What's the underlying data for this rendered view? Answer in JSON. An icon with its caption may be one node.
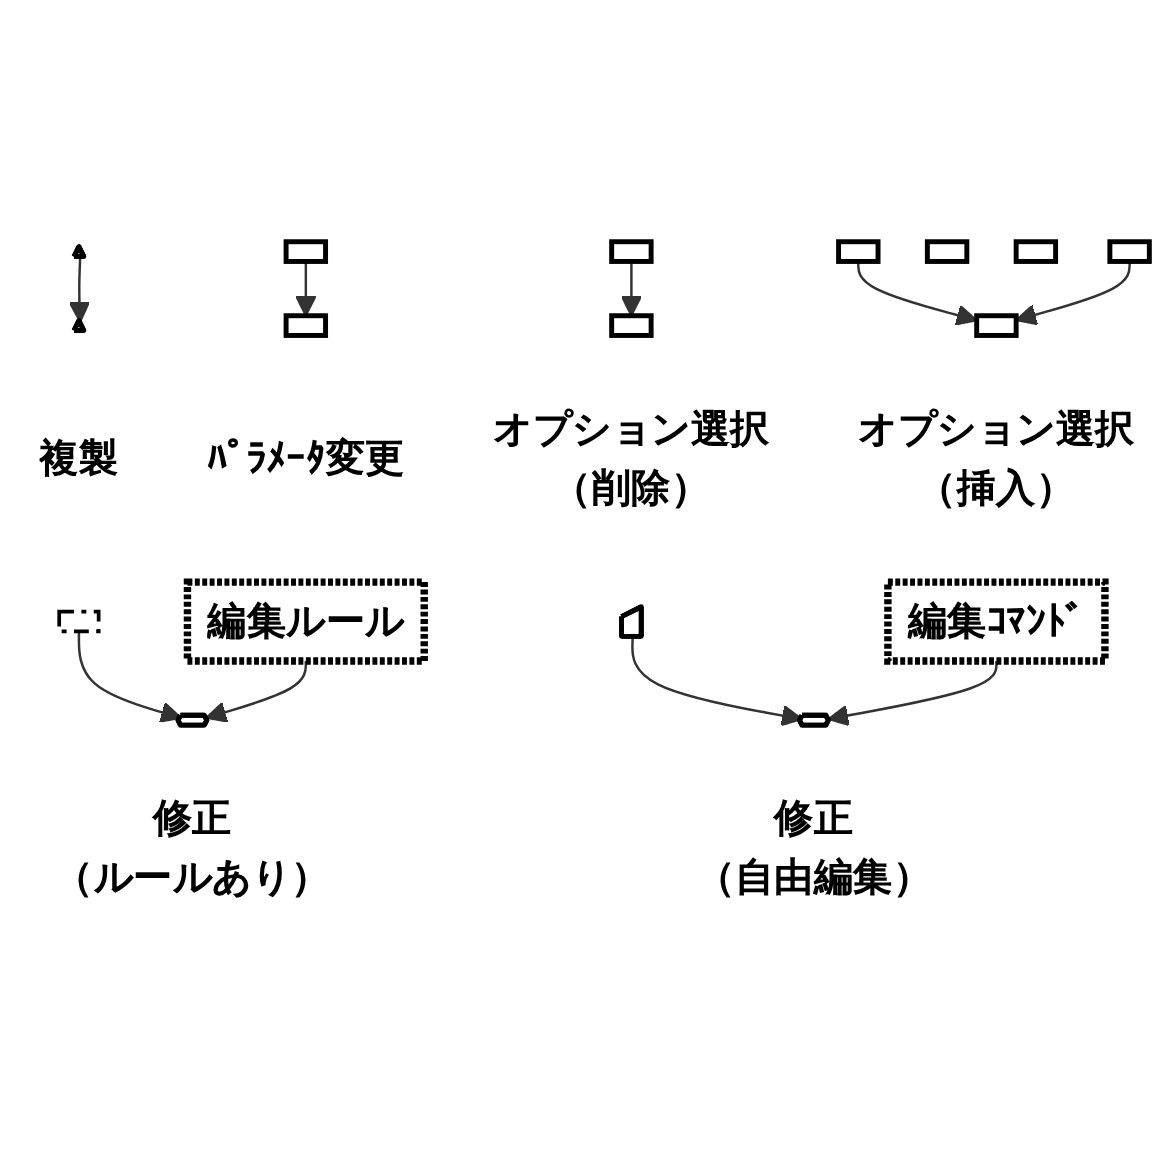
{
  "diagram": {
    "nodes": [
      {
        "text": [],
        "shape": "triangle"
      },
      {
        "text": [],
        "shape": "triangle",
        "beside": [
          "複製"
        ]
      },
      {
        "text": [],
        "shape": "box"
      },
      {
        "text": [],
        "shape": "box",
        "beside": [
          "ﾊﾟﾗﾒｰﾀ変更"
        ]
      },
      {
        "text": [],
        "shape": "box"
      },
      {
        "text": [],
        "shape": "box",
        "beside": [
          "オプション選択",
          "（削除）"
        ]
      },
      {
        "text": [],
        "shape": "box"
      },
      {
        "text": [],
        "shape": "box",
        "beside": [
          "オプション選択",
          "（挿入）"
        ]
      },
      {
        "text": [],
        "shape": "box"
      },
      {
        "text": [],
        "shape": "box"
      },
      {
        "text": [],
        "shape": "box"
      },
      {
        "text": [],
        "shape": "box"
      },
      {
        "text": [
          "編集ルール"
        ]
      },
      {
        "text": [],
        "shape": "hexagon",
        "beside": [
          "修正",
          "（ルールあり）"
        ]
      },
      {
        "text": [],
        "shape": "polygon"
      },
      {
        "text": [
          "編集ｺﾏﾝﾄﾞ"
        ]
      },
      {
        "text": [],
        "shape": "hexagon",
        "beside": [
          "修正",
          "（自由編集）"
        ]
      }
    ],
    "edges": [
      {
        "from": 0,
        "to": 1,
        "arrow": "to"
      },
      {
        "from": 2,
        "to": 3,
        "arrow": "to"
      },
      {
        "from": 4,
        "to": 5,
        "arrow": "to"
      },
      {
        "from": 6,
        "to": 7,
        "arrow": "to"
      },
      {
        "from": 10,
        "to": 7,
        "arrow": "to"
      },
      {
        "from": 11,
        "to": 13,
        "arrow": "to"
      },
      {
        "from": 12,
        "to": 13,
        "arrow": "to"
      },
      {
        "from": 14,
        "to": 16,
        "arrow": "to"
      },
      {
        "from": 15,
        "to": 16,
        "arrow": "to"
      }
    ]
  }
}
